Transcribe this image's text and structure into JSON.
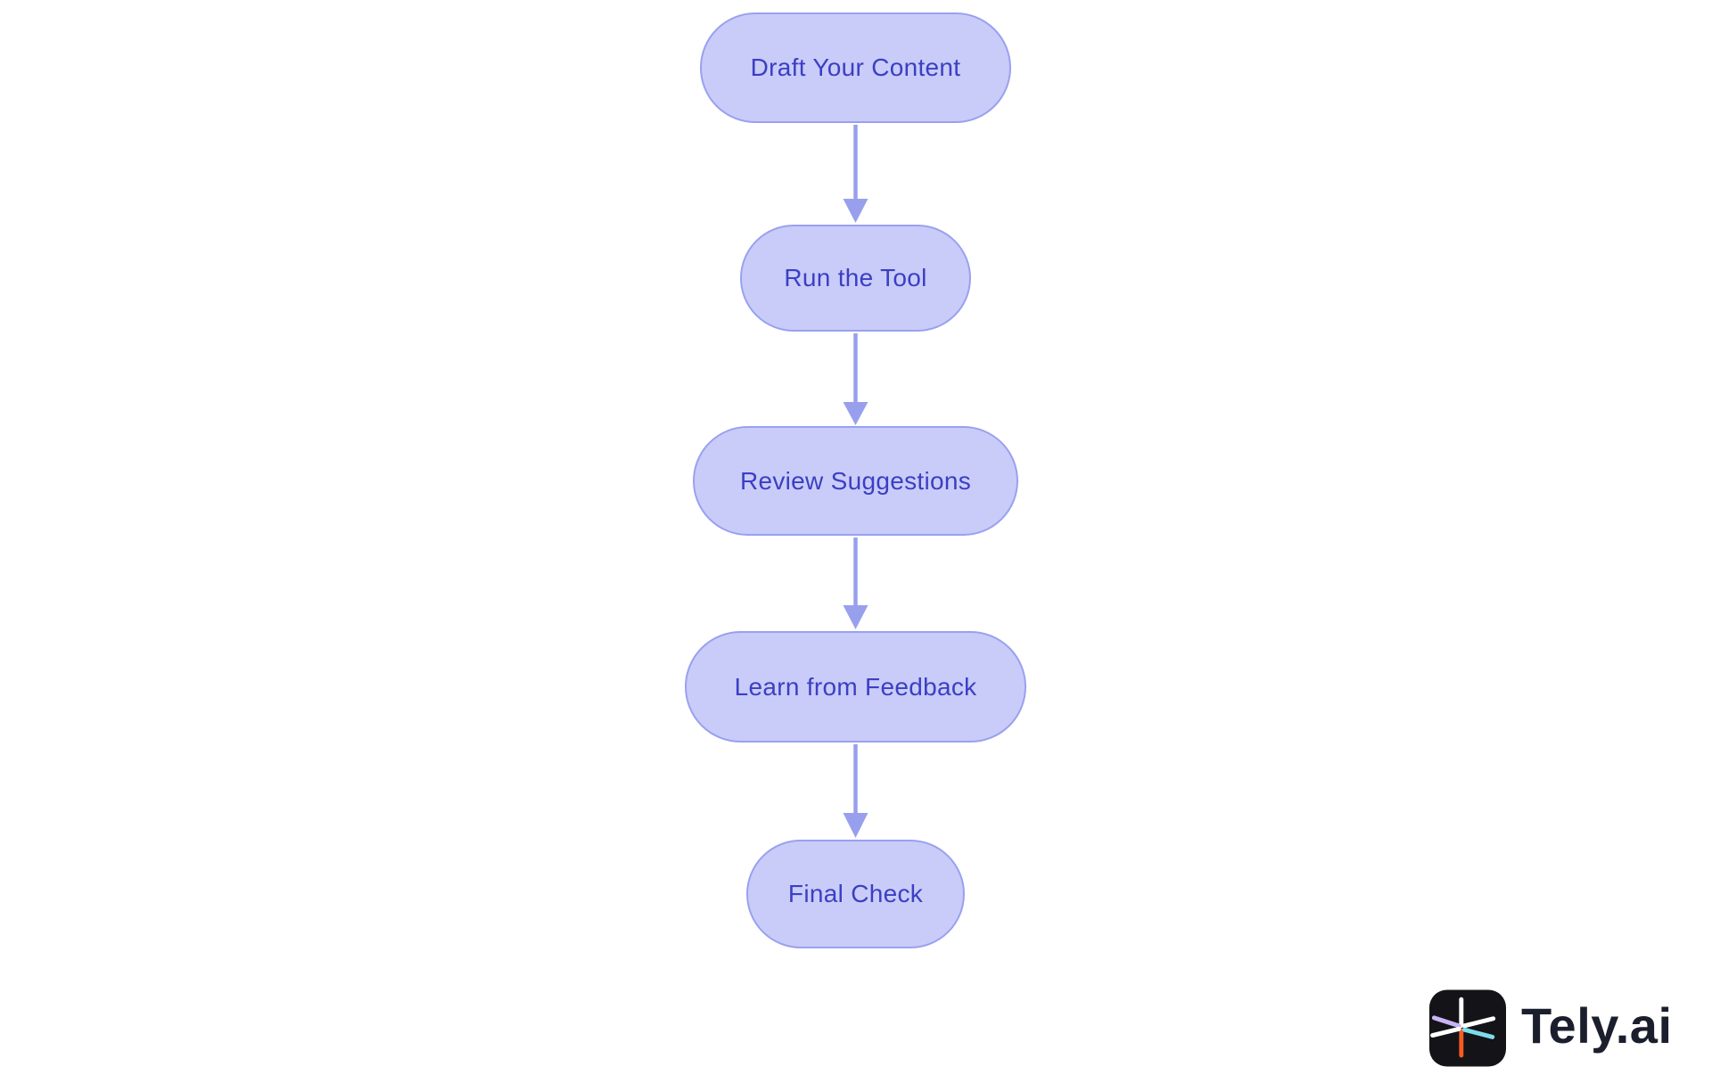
{
  "flowchart": {
    "type": "vertical-flow",
    "nodes": [
      {
        "id": "draft",
        "label": "Draft Your Content"
      },
      {
        "id": "run",
        "label": "Run the Tool"
      },
      {
        "id": "review",
        "label": "Review Suggestions"
      },
      {
        "id": "learn",
        "label": "Learn from Feedback"
      },
      {
        "id": "final",
        "label": "Final Check"
      }
    ],
    "edges": [
      {
        "from": "draft",
        "to": "run"
      },
      {
        "from": "run",
        "to": "review"
      },
      {
        "from": "review",
        "to": "learn"
      },
      {
        "from": "learn",
        "to": "final"
      }
    ],
    "colors": {
      "node_fill": "#c9ccf8",
      "node_border": "#99a1ef",
      "node_text": "#3b3fc3",
      "arrow": "#98a0ed",
      "background": "#ffffff"
    }
  },
  "brand": {
    "name": "Tely.ai",
    "icon": "tely-asterisk-icon",
    "icon_colors": {
      "tile": "#141318",
      "spoke_white": "#ffffff",
      "spoke_orange": "#f55b23",
      "spoke_lavender": "#c9b5f4",
      "spoke_cyan": "#7ddcea"
    },
    "text_color": "#1b1e2c"
  }
}
